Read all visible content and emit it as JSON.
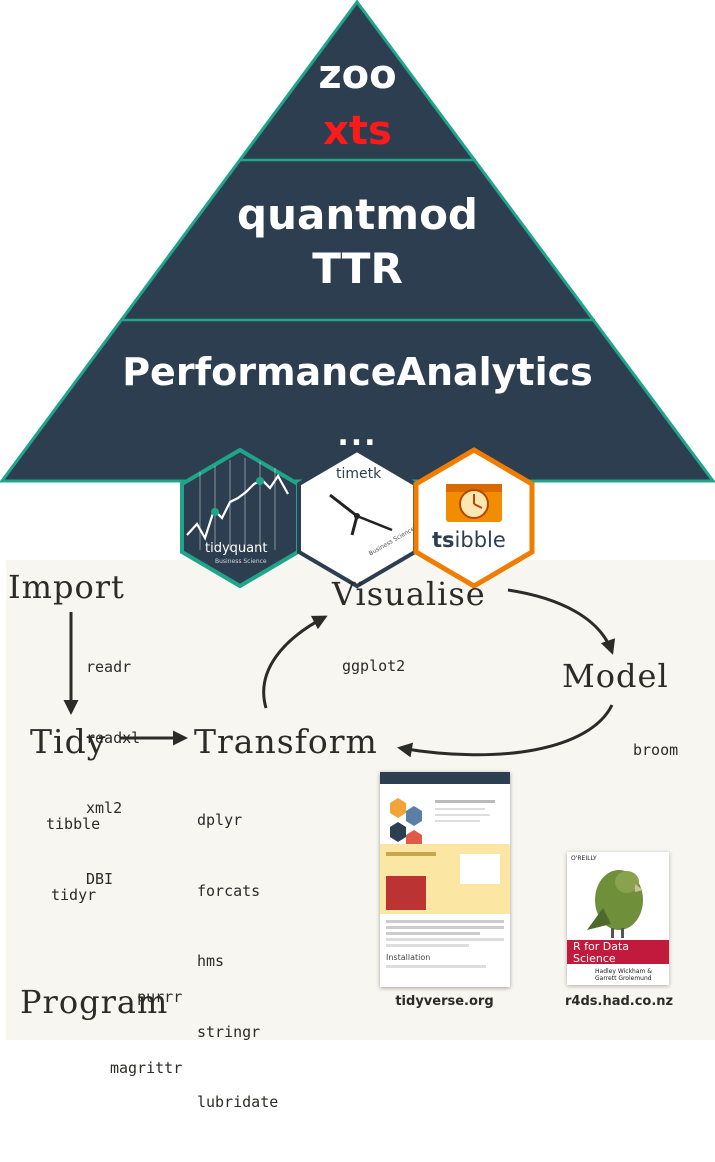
{
  "pyramid": {
    "tiers": [
      {
        "lines": [
          "zoo",
          "xts"
        ]
      },
      {
        "lines": [
          "quantmod",
          "TTR"
        ]
      },
      {
        "lines": [
          "PerformanceAnalytics"
        ]
      }
    ],
    "ellipsis": "...",
    "colors": {
      "fill": "#2d3e50",
      "edge": "#1fa58a",
      "highlight": "#ff1a1a",
      "text": "#ffffff"
    }
  },
  "logos": {
    "tidyquant": {
      "name": "tidyquant",
      "sub": "Business Science"
    },
    "timetk": {
      "name": "timetk",
      "sub": "Business Science"
    },
    "tsibble": {
      "name_ts": "ts",
      "name_rest": "ibble"
    }
  },
  "workflow": {
    "import": {
      "label": "Import",
      "packages": [
        "readr",
        "readxl",
        "xml2",
        "DBI"
      ]
    },
    "tidy": {
      "label": "Tidy",
      "packages": [
        "tibble",
        "tidyr"
      ]
    },
    "transform": {
      "label": "Transform",
      "packages": [
        "dplyr",
        "forcats",
        "hms",
        "stringr",
        "lubridate"
      ]
    },
    "visualise": {
      "label": "Visualise",
      "packages": [
        "ggplot2"
      ]
    },
    "model": {
      "label": "Model",
      "packages": [
        "broom"
      ]
    },
    "program": {
      "label": "Program",
      "packages": [
        "purrr",
        "magrittr"
      ]
    }
  },
  "books": {
    "tidyverse": {
      "caption": "tidyverse.org",
      "page_heading": "Installation"
    },
    "r4ds": {
      "caption": "r4ds.had.co.nz",
      "publisher": "O'REILLY",
      "title_line1": "R for Data",
      "title_line2": "Science",
      "authors_line1": "Hadley Wickham &",
      "authors_line2": "Garrett Grolemund"
    }
  }
}
